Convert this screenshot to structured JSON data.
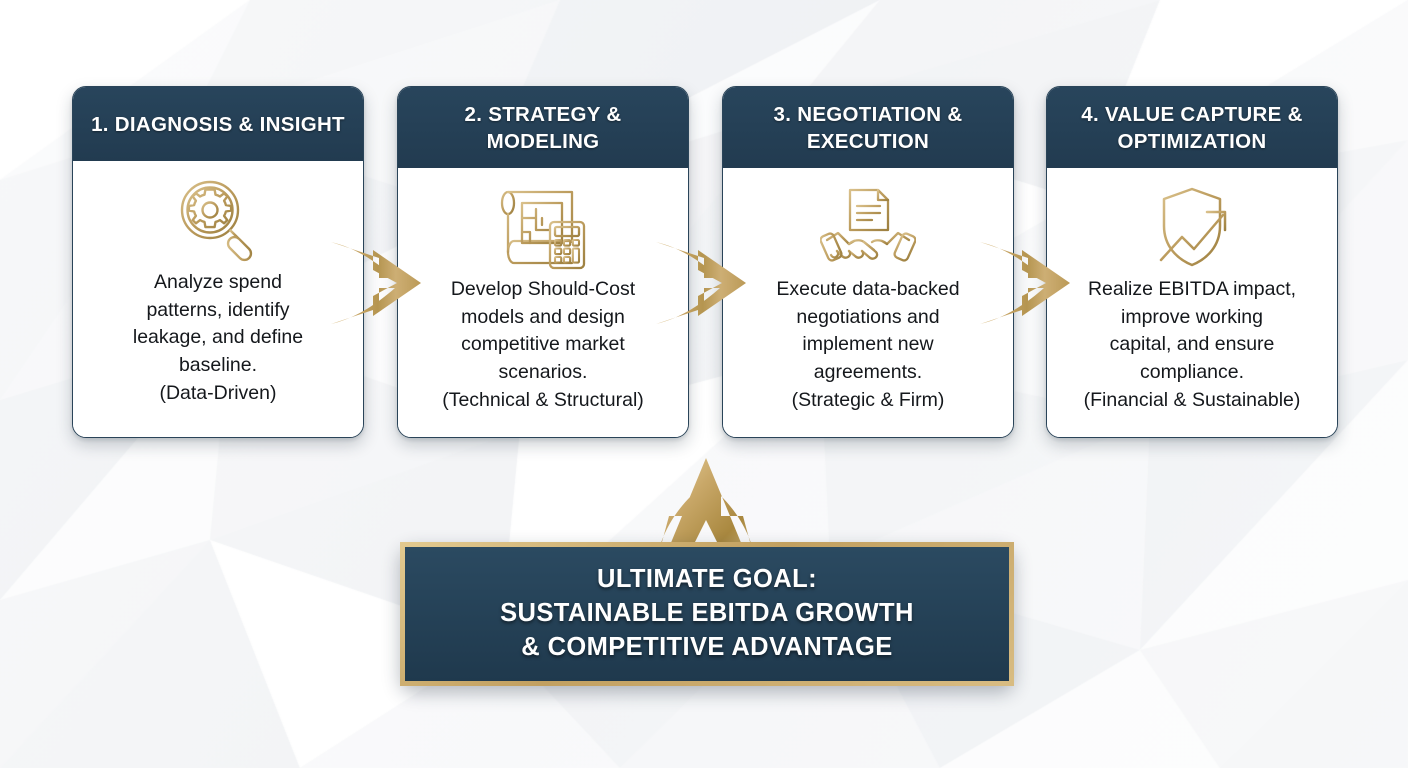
{
  "theme": {
    "navy": "#254054",
    "navy_dark": "#1f394d",
    "gold": "#c9a869",
    "gold_light": "#e2c98f",
    "gold_dark": "#a9893f",
    "card_bg": "#ffffff",
    "page_bg": "#f2f4f6",
    "text": "#15181c"
  },
  "diagram": {
    "type": "process-flow",
    "stage_count": 4,
    "stages": [
      {
        "number": "1",
        "title": "1. DIAGNOSIS &\nINSIGHT",
        "icon": "magnifier-gear-icon",
        "body": "Analyze spend\npatterns, identify\nleakage, and define\nbaseline.\n(Data-Driven)"
      },
      {
        "number": "2",
        "title": "2. STRATEGY &\nMODELING",
        "icon": "blueprint-calculator-icon",
        "body": "Develop Should-Cost\nmodels and design\ncompetitive market\nscenarios.\n(Technical & Structural)"
      },
      {
        "number": "3",
        "title": "3. NEGOTIATION &\nEXECUTION",
        "icon": "handshake-document-icon",
        "body": "Execute data-backed\nnegotiations and\nimplement new\nagreements.\n(Strategic & Firm)"
      },
      {
        "number": "4",
        "title": "4. VALUE CAPTURE\n& OPTIMIZATION",
        "icon": "shield-growth-arrow-icon",
        "body": "Realize EBITDA impact,\nimprove working\ncapital, and ensure\ncompliance.\n(Financial & Sustainable)"
      }
    ],
    "connectors": [
      {
        "name": "arrow-stage-1-to-2",
        "icon": "swoosh-arrow-right-icon"
      },
      {
        "name": "arrow-stage-2-to-3",
        "icon": "swoosh-arrow-right-icon"
      },
      {
        "name": "arrow-stage-3-to-4",
        "icon": "swoosh-arrow-right-icon"
      }
    ],
    "up_arrow": {
      "name": "arrow-goal-up",
      "icon": "swoosh-arrow-up-icon"
    },
    "goal_banner": {
      "text": "ULTIMATE GOAL:\nSUSTAINABLE EBITDA GROWTH\n& COMPETITIVE ADVANTAGE"
    }
  }
}
